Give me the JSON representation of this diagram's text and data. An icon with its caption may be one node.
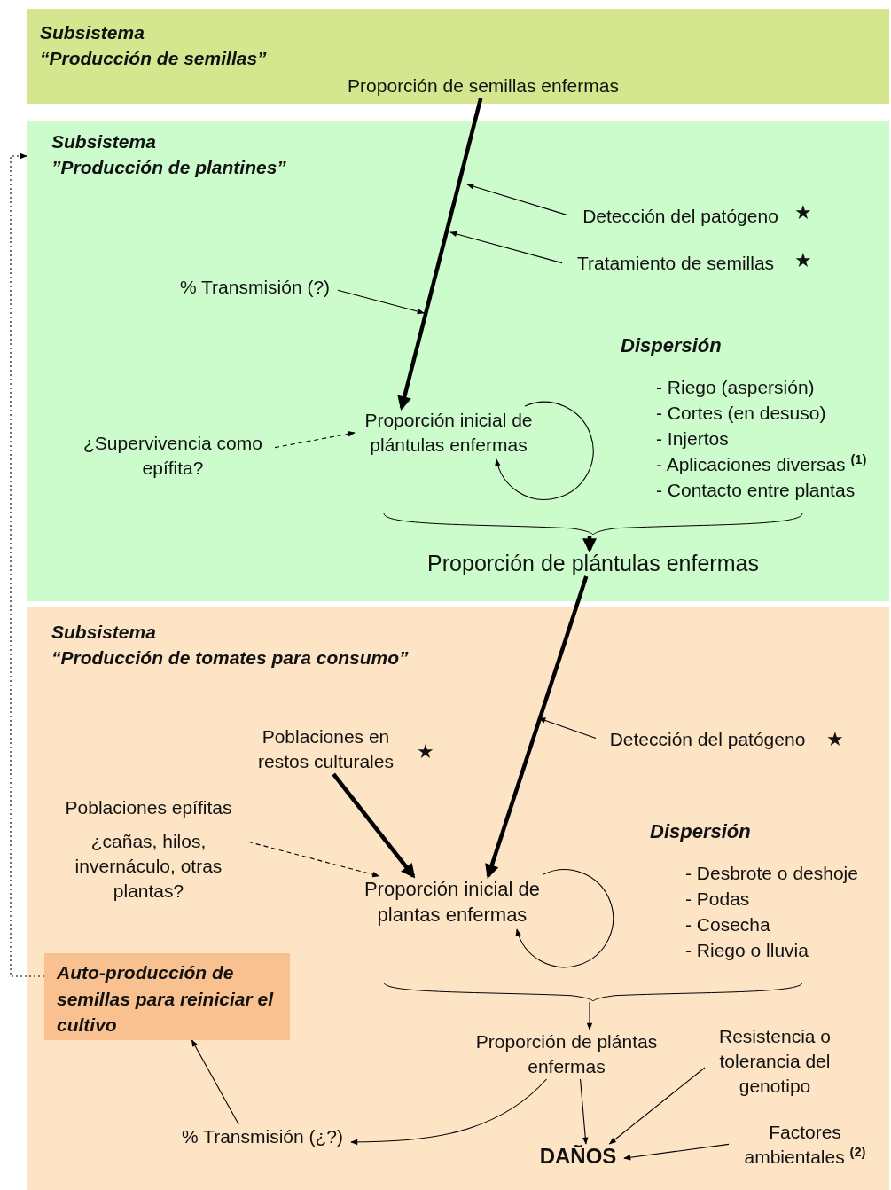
{
  "diagram": {
    "nodes": [
      {
        "text": [
          "Subsistema",
          "“Producción de semillas”"
        ]
      },
      {
        "text": [
          "Proporción de semillas enfermas"
        ],
        "in": 0
      },
      {
        "text": [
          "Subsistema",
          "”Producción de plantines”"
        ]
      },
      {
        "text": [
          "Detección del patógeno"
        ],
        "in": 2,
        "beside": [
          "★"
        ]
      },
      {
        "text": [
          "Tratamiento de semillas"
        ],
        "in": 2,
        "beside": [
          "★"
        ]
      },
      {
        "text": [
          "% Transmisión (?)"
        ],
        "in": 2
      },
      {
        "text": [
          "Proporción inicial de plántulas enfermas"
        ],
        "in": 2
      },
      {
        "text": [
          "¿Supervivencia como epífita?"
        ],
        "in": 2
      },
      {
        "text": [
          "Dispersión",
          "- Riego (aspersión)",
          "- Cortes (en desuso)",
          "- Injertos",
          "- Aplicaciones diversas $^{(1)}$",
          "- Contacto entre plantas"
        ],
        "in": 2
      },
      {
        "text": [
          "Proporción de plántulas enfermas"
        ],
        "in": 2
      },
      {
        "text": [
          "Subsistema",
          "“Producción de tomates para consumo”"
        ]
      },
      {
        "text": [
          "Poblaciones en restos culturales"
        ],
        "in": 10,
        "beside": [
          "★"
        ]
      },
      {
        "text": [
          "Detección del patógeno"
        ],
        "in": 10,
        "beside": [
          "★"
        ]
      },
      {
        "text": [
          "Poblaciones epífitas",
          "¿cañas, hilos, invernáculo, otras plantas?"
        ],
        "in": 10
      },
      {
        "text": [
          "Proporción inicial de plantas enfermas"
        ],
        "in": 10
      },
      {
        "text": [
          "Dispersión",
          "- Desbrote o deshoje",
          "- Podas",
          "- Cosecha",
          "- Riego o lluvia"
        ],
        "in": 10
      },
      {
        "text": [
          "Auto-producción de semillas para reiniciar el cultivo"
        ],
        "in": 10
      },
      {
        "text": [
          "Proporción de plántas enfermas"
        ],
        "in": 10
      },
      {
        "text": [
          "Resistencia o tolerancia del genotipo"
        ],
        "in": 10
      },
      {
        "text": [
          "% Transmisión (¿?)"
        ],
        "in": 10
      },
      {
        "text": [
          "DAÑOS"
        ],
        "in": 10
      },
      {
        "text": [
          "Factores ambientales $^{(2)}$"
        ],
        "in": 10
      },
      {
        "text": [],
        "shape": "brace",
        "in": 2
      },
      {
        "text": [],
        "shape": "brace",
        "in": 10
      }
    ],
    "edges": [
      {
        "from": 1,
        "to": 6,
        "arrow": "to",
        "style": "thick"
      },
      {
        "from": 3,
        "to": null,
        "arrow": "to"
      },
      {
        "from": 4,
        "to": null,
        "arrow": "to"
      },
      {
        "from": 5,
        "to": null,
        "arrow": "to"
      },
      {
        "from": 7,
        "to": 6,
        "arrow": "to",
        "style": "dashed"
      },
      {
        "from": 6,
        "to": 6,
        "arrow": "to"
      },
      {
        "from": 22,
        "to": 9,
        "arrow": "to",
        "style": "thick"
      },
      {
        "from": 9,
        "to": 14,
        "arrow": "to",
        "style": "thick"
      },
      {
        "from": 12,
        "to": null,
        "arrow": "to"
      },
      {
        "from": 11,
        "to": 14,
        "arrow": "to",
        "style": "thick"
      },
      {
        "from": 13,
        "to": 14,
        "arrow": "to",
        "style": "dashed"
      },
      {
        "from": 14,
        "to": 14,
        "arrow": "to"
      },
      {
        "from": 23,
        "to": 17,
        "arrow": "to"
      },
      {
        "from": 17,
        "to": 20,
        "arrow": "to"
      },
      {
        "from": 18,
        "to": 20,
        "arrow": "to"
      },
      {
        "from": 21,
        "to": 20,
        "arrow": "to"
      },
      {
        "from": 17,
        "to": 19,
        "arrow": "to"
      },
      {
        "from": 19,
        "to": 16,
        "arrow": "to"
      },
      {
        "from": 16,
        "to": 2,
        "arrow": "to",
        "style": "dashed"
      }
    ]
  }
}
